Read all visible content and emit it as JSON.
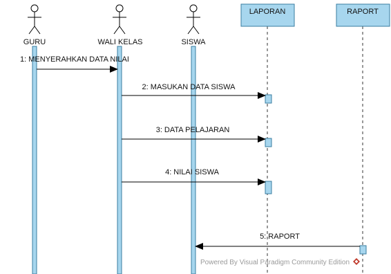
{
  "actors": [
    {
      "id": "guru",
      "label": "GURU"
    },
    {
      "id": "wali-kelas",
      "label": "WALI KELAS"
    },
    {
      "id": "siswa",
      "label": "SISWA"
    }
  ],
  "objects": [
    {
      "id": "laporan",
      "label": "LAPORAN"
    },
    {
      "id": "raport",
      "label": "RAPORT"
    }
  ],
  "messages": [
    {
      "label": "1: MENYERAHKAN DATA NILAI",
      "from": "guru",
      "to": "wali-kelas"
    },
    {
      "label": "2: MASUKAN DATA SISWA",
      "from": "wali-kelas",
      "to": "laporan"
    },
    {
      "label": "3: DATA PELAJARAN",
      "from": "wali-kelas",
      "to": "laporan"
    },
    {
      "label": "4: NILAI SISWA",
      "from": "wali-kelas",
      "to": "laporan"
    },
    {
      "label": "5: RAPORT",
      "from": "raport",
      "to": "siswa"
    }
  ],
  "watermark": "Powered By Visual Paradigm Community Edition",
  "colors": {
    "object_fill": "#a7d6ee",
    "activation_fill": "#a7d6ee",
    "stroke": "#000000",
    "watermark_logo": "#c0392b"
  }
}
